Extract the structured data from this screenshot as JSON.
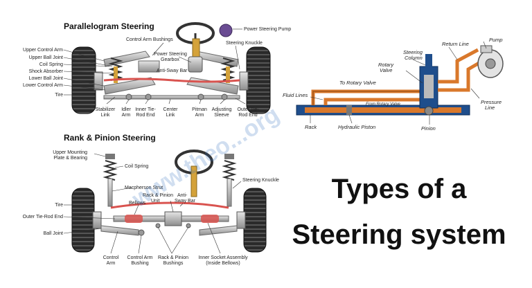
{
  "watermark": "www.theo...org",
  "headline": {
    "line1": "Types of a",
    "line2": "Steering system"
  },
  "parallelogram": {
    "title": "Parallelogram Steering",
    "labels": {
      "power_steering_pump": "Power Steering Pump",
      "control_arm_bushings": "Control Arm Bushings",
      "power_steering_gearbox_1": "Power Steering",
      "power_steering_gearbox_2": "Gearbox",
      "steering_knuckle": "Steering Knuckle",
      "anti_sway_bar": "Anti-Sway Bar",
      "upper_control_arm": "Upper Control Arm",
      "upper_ball_joint": "Upper Ball Joint",
      "coil_spring": "Coil Spring",
      "shock_absorber": "Shock Absorber",
      "lower_ball_joint": "Lower Ball Joint",
      "lower_control_arm": "Lower Control Arm",
      "tire": "Tire",
      "stabilizer_link_1": "Stabilizer",
      "stabilizer_link_2": "Link",
      "idler_arm_1": "Idler",
      "idler_arm_2": "Arm",
      "inner_tie_rod_1": "Inner Tie-",
      "inner_tie_rod_2": "Rod End",
      "center_link_1": "Center",
      "center_link_2": "Link",
      "pitman_arm_1": "Pitman",
      "pitman_arm_2": "Arm",
      "adjusting_sleeve_1": "Adjusting",
      "adjusting_sleeve_2": "Sleeve",
      "outer_tie_rod_1": "Outer Tie-",
      "outer_tie_rod_2": "Rod End"
    }
  },
  "rack_pinion": {
    "title": "Rank & Pinion Steering",
    "labels": {
      "upper_mounting_1": "Upper Mounting",
      "upper_mounting_2": "Plate & Bearing",
      "coil_spring": "Coil Spring",
      "macpherson_strut": "Macpherson Strut",
      "rack_pinion_unit_1": "Rack & Pinion",
      "rack_pinion_unit_2": "Unit",
      "anti_sway_bar_1": "Anti-",
      "anti_sway_bar_2": "Sway Bar",
      "bellows": "Bellows",
      "steering_knuckle": "Steering Knuckle",
      "tire": "Tire",
      "outer_tie_rod_end": "Outer Tie-Rod End",
      "ball_joint": "Ball Joint",
      "control_arm_1": "Control",
      "control_arm_2": "Arm",
      "control_arm_bushing_1": "Control Arm",
      "control_arm_bushing_2": "Bushing",
      "rack_pinion_bushings_1": "Rack & Pinion",
      "rack_pinion_bushings_2": "Bushings",
      "inner_socket_1": "Inner Socket Assembly",
      "inner_socket_2": "(Inside Bellows)"
    }
  },
  "hydraulic": {
    "labels": {
      "return_line": "Return Line",
      "pump": "Pump",
      "steering_column_1": "Steering",
      "steering_column_2": "Column",
      "rotary_valve_1": "Rotary",
      "rotary_valve_2": "Valve",
      "to_rotary_valve": "To Rotary Valve",
      "from_rotary_valve": "From Rotary Valve",
      "fluid_lines": "Fluid Lines",
      "pressure_line_1": "Pressure",
      "pressure_line_2": "Line",
      "rack": "Rack",
      "hydraulic_piston": "Hydraulic Piston",
      "pinion": "Pinion"
    }
  },
  "colors": {
    "tire": "#2b2b2b",
    "chassis": "#c9c9c9",
    "spring": "#3a3a3a",
    "highlight_red": "#d9534f",
    "hydraulic_blue": "#1f4e8c",
    "hydraulic_orange": "#d9782b",
    "gold": "#d4a23a",
    "purple_pump": "#6a4c93"
  }
}
